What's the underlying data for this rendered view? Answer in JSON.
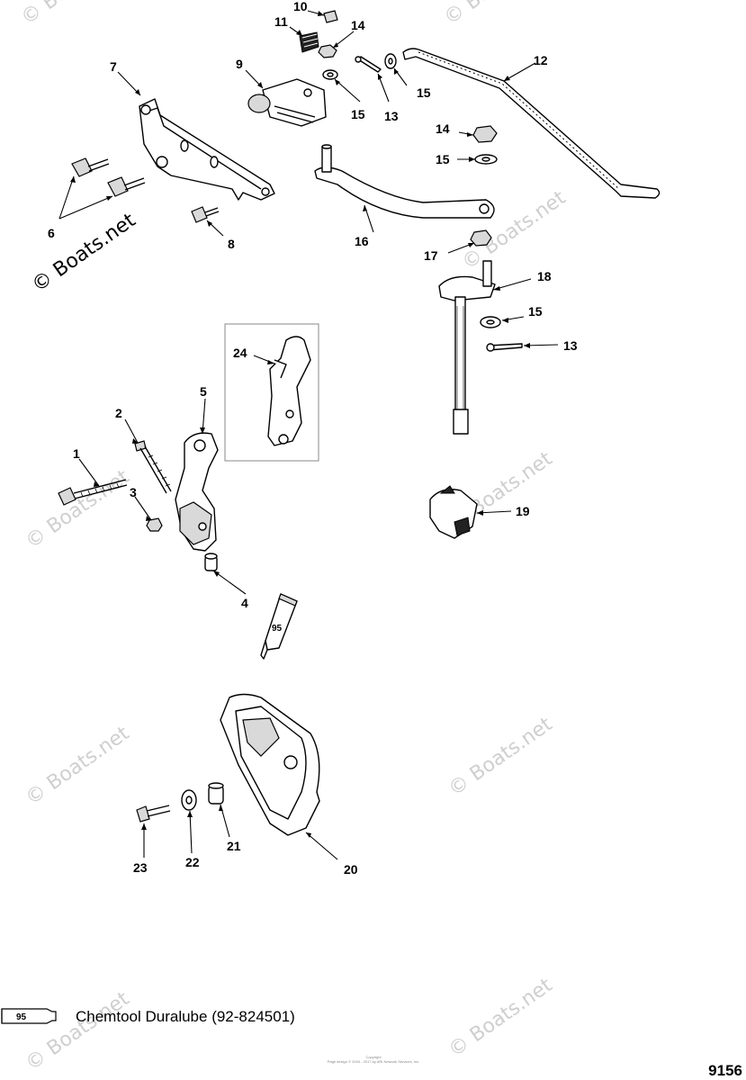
{
  "watermark": "© Boats.net",
  "labels": {
    "p1": "1",
    "p2": "2",
    "p3": "3",
    "p4": "4",
    "p5": "5",
    "p6": "6",
    "p7": "7",
    "p8": "8",
    "p9": "9",
    "p10": "10",
    "p11": "11",
    "p12": "12",
    "p13a": "13",
    "p13b": "13",
    "p14a": "14",
    "p14b": "14",
    "p15a": "15",
    "p15b": "15",
    "p15c": "15",
    "p15d": "15",
    "p16": "16",
    "p17": "17",
    "p18": "18",
    "p19": "19",
    "p20": "20",
    "p21": "21",
    "p22": "22",
    "p23": "23",
    "p24": "24"
  },
  "tube_label": "95",
  "legend": {
    "tube_label": "95",
    "text": "Chemtool Duralube (92-824501)"
  },
  "figure_number": "9156",
  "copyright_line1": "Copyright",
  "copyright_line2": "Page design © 2004 - 2017 by ARI Network Services, Inc."
}
